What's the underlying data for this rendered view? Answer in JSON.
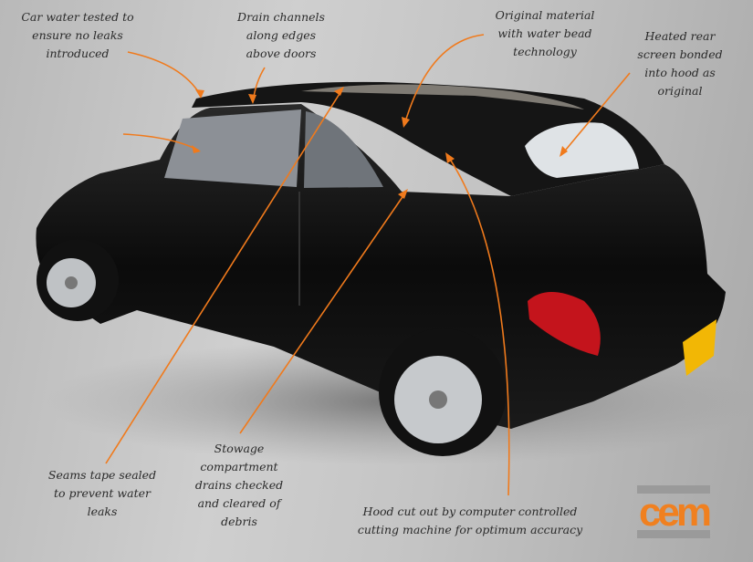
{
  "annotations": {
    "water_test": [
      "Car water tested to",
      "ensure no leaks",
      "introduced"
    ],
    "drain_channels": [
      "Drain channels",
      "along edges",
      "above doors"
    ],
    "original_material": [
      "Original material",
      "with water bead",
      "technology"
    ],
    "heated_screen": [
      "Heated rear",
      "screen bonded",
      "into hood as",
      "original"
    ],
    "seams": [
      "Seams tape sealed",
      "to prevent water",
      "leaks"
    ],
    "stowage": [
      "Stowage",
      "compartment",
      "drains  checked",
      "and cleared of",
      "debris"
    ],
    "hood_cut": [
      "Hood cut out by computer controlled",
      "cutting machine for optimum accuracy"
    ]
  },
  "logo": {
    "text": "cem",
    "color": "#f08020",
    "bar_color": "#9a9a9a"
  },
  "colors": {
    "arrow": "#f07a1c",
    "car": "#0d0d0d"
  }
}
